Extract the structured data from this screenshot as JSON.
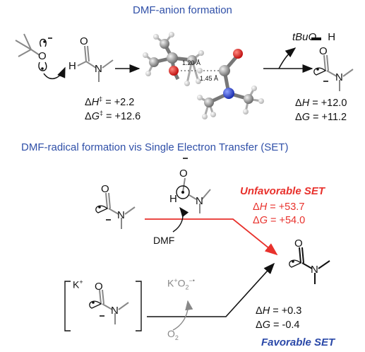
{
  "sections": {
    "anion_title": "DMF-anion formation",
    "radical_title": "DMF-radical formation vis Single Electron Transfer (SET)"
  },
  "transition_state": {
    "bond_1": "1.20 Å",
    "bond_2": "1.45 Å",
    "dH": "+2.2",
    "dG": "+12.6"
  },
  "anion_product": {
    "byproduct": "tBuO",
    "dH": "+12.0",
    "dG": "+11.2"
  },
  "unfavorable": {
    "label": "Unfavorable SET",
    "reagent": "DMF",
    "dH": "+53.7",
    "dG": "+54.0"
  },
  "favorable": {
    "label": "Favorable SET",
    "reagent": "O",
    "dH": "+0.3",
    "dG": "-0.4"
  },
  "colors": {
    "title_blue": "#3050a8",
    "unfavorable_red": "#e8312c",
    "favorable_blue": "#2a48a8",
    "gray_molecule": "#888888"
  }
}
